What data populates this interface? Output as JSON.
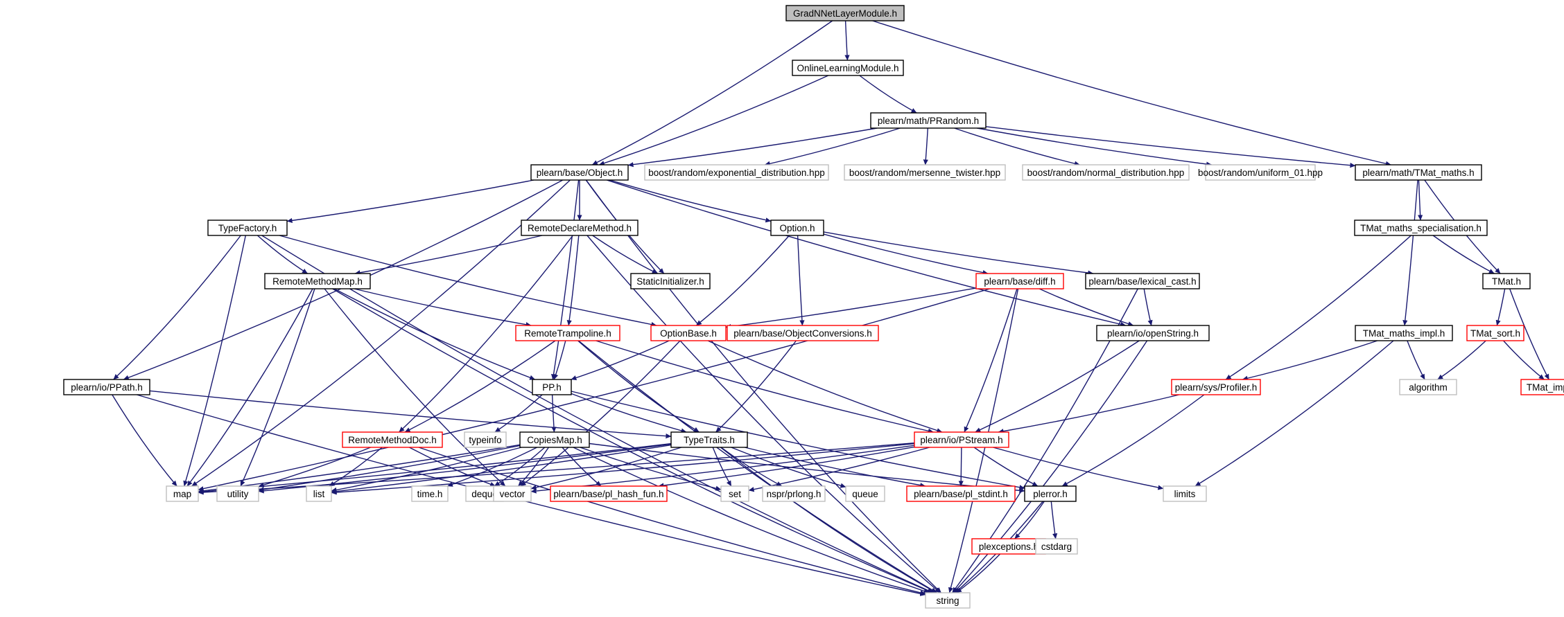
{
  "colors": {
    "edge": "#191970",
    "root_fill": "#bfbfbf",
    "documented_border": "#000000",
    "truncated_border": "#ff0000",
    "system_border": "#bfbfbf"
  },
  "nodes": [
    {
      "id": "root",
      "label": "GradNNetLayerModule.h",
      "kind": "root"
    },
    {
      "id": "online",
      "label": "OnlineLearningModule.h",
      "kind": "normal"
    },
    {
      "id": "prandom",
      "label": "plearn/math/PRandom.h",
      "kind": "normal"
    },
    {
      "id": "object",
      "label": "plearn/base/Object.h",
      "kind": "normal"
    },
    {
      "id": "expdist",
      "label": "boost/random/exponential_distribution.hpp",
      "kind": "system"
    },
    {
      "id": "mersenne",
      "label": "boost/random/mersenne_twister.hpp",
      "kind": "system"
    },
    {
      "id": "normdist",
      "label": "boost/random/normal_distribution.hpp",
      "kind": "system"
    },
    {
      "id": "uniform",
      "label": "boost/random/uniform_01.hpp",
      "kind": "system"
    },
    {
      "id": "tmatmaths",
      "label": "plearn/math/TMat_maths.h",
      "kind": "normal"
    },
    {
      "id": "typefactory",
      "label": "TypeFactory.h",
      "kind": "normal"
    },
    {
      "id": "rdm",
      "label": "RemoteDeclareMethod.h",
      "kind": "normal"
    },
    {
      "id": "option",
      "label": "Option.h",
      "kind": "normal"
    },
    {
      "id": "staticinit",
      "label": "StaticInitializer.h",
      "kind": "normal"
    },
    {
      "id": "tmatspec",
      "label": "TMat_maths_specialisation.h",
      "kind": "normal"
    },
    {
      "id": "rmm",
      "label": "RemoteMethodMap.h",
      "kind": "normal"
    },
    {
      "id": "diff",
      "label": "plearn/base/diff.h",
      "kind": "red"
    },
    {
      "id": "lexcast",
      "label": "plearn/base/lexical_cast.h",
      "kind": "normal"
    },
    {
      "id": "tmat",
      "label": "TMat.h",
      "kind": "normal"
    },
    {
      "id": "remtramp",
      "label": "RemoteTrampoline.h",
      "kind": "red"
    },
    {
      "id": "optbase",
      "label": "OptionBase.h",
      "kind": "red"
    },
    {
      "id": "objconv",
      "label": "plearn/base/ObjectConversions.h",
      "kind": "red"
    },
    {
      "id": "openstring",
      "label": "plearn/io/openString.h",
      "kind": "normal"
    },
    {
      "id": "tmatimplh",
      "label": "TMat_maths_impl.h",
      "kind": "normal"
    },
    {
      "id": "tmatsort",
      "label": "TMat_sort.h",
      "kind": "red"
    },
    {
      "id": "ppath",
      "label": "plearn/io/PPath.h",
      "kind": "normal"
    },
    {
      "id": "pp",
      "label": "PP.h",
      "kind": "normal"
    },
    {
      "id": "profiler",
      "label": "plearn/sys/Profiler.h",
      "kind": "red"
    },
    {
      "id": "algorithm",
      "label": "algorithm",
      "kind": "system"
    },
    {
      "id": "tmatimpl",
      "label": "TMat_impl.h",
      "kind": "red"
    },
    {
      "id": "rmdoc",
      "label": "RemoteMethodDoc.h",
      "kind": "red"
    },
    {
      "id": "typeinfo",
      "label": "typeinfo",
      "kind": "system"
    },
    {
      "id": "copiesmap",
      "label": "CopiesMap.h",
      "kind": "normal"
    },
    {
      "id": "typetraits",
      "label": "TypeTraits.h",
      "kind": "normal"
    },
    {
      "id": "pstream",
      "label": "plearn/io/PStream.h",
      "kind": "red"
    },
    {
      "id": "map",
      "label": "map",
      "kind": "system"
    },
    {
      "id": "utility",
      "label": "utility",
      "kind": "system"
    },
    {
      "id": "list",
      "label": "list",
      "kind": "system"
    },
    {
      "id": "timeh",
      "label": "time.h",
      "kind": "system"
    },
    {
      "id": "deque",
      "label": "deque",
      "kind": "system"
    },
    {
      "id": "vector",
      "label": "vector",
      "kind": "system"
    },
    {
      "id": "hashfun",
      "label": "plearn/base/pl_hash_fun.h",
      "kind": "red"
    },
    {
      "id": "set",
      "label": "set",
      "kind": "system"
    },
    {
      "id": "prlong",
      "label": "nspr/prlong.h",
      "kind": "system"
    },
    {
      "id": "queue",
      "label": "queue",
      "kind": "system"
    },
    {
      "id": "stdint",
      "label": "plearn/base/pl_stdint.h",
      "kind": "red"
    },
    {
      "id": "plerror",
      "label": "plerror.h",
      "kind": "normal"
    },
    {
      "id": "limits",
      "label": "limits",
      "kind": "system"
    },
    {
      "id": "plexceptions",
      "label": "plexceptions.h",
      "kind": "red"
    },
    {
      "id": "cstdarg",
      "label": "cstdarg",
      "kind": "system"
    },
    {
      "id": "string",
      "label": "string",
      "kind": "system"
    }
  ],
  "edges": [
    [
      "root",
      "object"
    ],
    [
      "root",
      "online"
    ],
    [
      "root",
      "tmatmaths"
    ],
    [
      "online",
      "object"
    ],
    [
      "online",
      "prandom"
    ],
    [
      "prandom",
      "object"
    ],
    [
      "prandom",
      "expdist"
    ],
    [
      "prandom",
      "mersenne"
    ],
    [
      "prandom",
      "normdist"
    ],
    [
      "prandom",
      "uniform"
    ],
    [
      "prandom",
      "tmatmaths"
    ],
    [
      "object",
      "typefactory"
    ],
    [
      "object",
      "rdm"
    ],
    [
      "object",
      "option"
    ],
    [
      "object",
      "staticinit"
    ],
    [
      "object",
      "ppath"
    ],
    [
      "object",
      "pp"
    ],
    [
      "object",
      "openstring"
    ],
    [
      "object",
      "map"
    ],
    [
      "object",
      "string"
    ],
    [
      "tmatmaths",
      "tmatspec"
    ],
    [
      "tmatmaths",
      "tmat"
    ],
    [
      "tmatmaths",
      "tmatimplh"
    ],
    [
      "typefactory",
      "rmm"
    ],
    [
      "typefactory",
      "ppath"
    ],
    [
      "typefactory",
      "optbase"
    ],
    [
      "typefactory",
      "map"
    ],
    [
      "typefactory",
      "string"
    ],
    [
      "rdm",
      "rmm"
    ],
    [
      "rdm",
      "remtramp"
    ],
    [
      "rdm",
      "staticinit"
    ],
    [
      "rdm",
      "rmdoc"
    ],
    [
      "rdm",
      "string"
    ],
    [
      "option",
      "optbase"
    ],
    [
      "option",
      "objconv"
    ],
    [
      "option",
      "diff"
    ],
    [
      "option",
      "lexcast"
    ],
    [
      "tmatspec",
      "tmat"
    ],
    [
      "tmatspec",
      "profiler"
    ],
    [
      "rmm",
      "remtramp"
    ],
    [
      "rmm",
      "pp"
    ],
    [
      "rmm",
      "map"
    ],
    [
      "rmm",
      "vector"
    ],
    [
      "rmm",
      "utility"
    ],
    [
      "rmm",
      "string"
    ],
    [
      "diff",
      "optbase"
    ],
    [
      "diff",
      "openstring"
    ],
    [
      "diff",
      "pstream"
    ],
    [
      "diff",
      "map"
    ],
    [
      "diff",
      "string"
    ],
    [
      "lexcast",
      "openstring"
    ],
    [
      "lexcast",
      "string"
    ],
    [
      "tmat",
      "tmatsort"
    ],
    [
      "tmat",
      "tmatimpl"
    ],
    [
      "remtramp",
      "pp"
    ],
    [
      "remtramp",
      "rmdoc"
    ],
    [
      "remtramp",
      "typetraits"
    ],
    [
      "remtramp",
      "pstream"
    ],
    [
      "remtramp",
      "string"
    ],
    [
      "optbase",
      "pp"
    ],
    [
      "optbase",
      "pstream"
    ],
    [
      "optbase",
      "vector"
    ],
    [
      "objconv",
      "typetraits"
    ],
    [
      "openstring",
      "pstream"
    ],
    [
      "openstring",
      "string"
    ],
    [
      "tmatimplh",
      "profiler"
    ],
    [
      "tmatimplh",
      "algorithm"
    ],
    [
      "tmatimplh",
      "limits"
    ],
    [
      "tmatsort",
      "algorithm"
    ],
    [
      "tmatsort",
      "tmatimpl"
    ],
    [
      "ppath",
      "typetraits"
    ],
    [
      "ppath",
      "map"
    ],
    [
      "ppath",
      "string"
    ],
    [
      "pp",
      "typeinfo"
    ],
    [
      "pp",
      "copiesmap"
    ],
    [
      "pp",
      "typetraits"
    ],
    [
      "pp",
      "plerror"
    ],
    [
      "profiler",
      "pstream"
    ],
    [
      "profiler",
      "plerror"
    ],
    [
      "rmdoc",
      "list"
    ],
    [
      "rmdoc",
      "vector"
    ],
    [
      "rmdoc",
      "utility"
    ],
    [
      "rmdoc",
      "string"
    ],
    [
      "copiesmap",
      "map"
    ],
    [
      "copiesmap",
      "utility"
    ],
    [
      "copiesmap",
      "list"
    ],
    [
      "copiesmap",
      "timeh"
    ],
    [
      "copiesmap",
      "deque"
    ],
    [
      "copiesmap",
      "vector"
    ],
    [
      "copiesmap",
      "hashfun"
    ],
    [
      "copiesmap",
      "set"
    ],
    [
      "copiesmap",
      "string"
    ],
    [
      "copiesmap",
      "plerror"
    ],
    [
      "typetraits",
      "map"
    ],
    [
      "typetraits",
      "list"
    ],
    [
      "typetraits",
      "vector"
    ],
    [
      "typetraits",
      "set"
    ],
    [
      "typetraits",
      "prlong"
    ],
    [
      "typetraits",
      "queue"
    ],
    [
      "typetraits",
      "stdint"
    ],
    [
      "typetraits",
      "string"
    ],
    [
      "typetraits",
      "utility"
    ],
    [
      "pstream",
      "map"
    ],
    [
      "pstream",
      "vector"
    ],
    [
      "pstream",
      "hashfun"
    ],
    [
      "pstream",
      "set"
    ],
    [
      "pstream",
      "stdint"
    ],
    [
      "pstream",
      "plerror"
    ],
    [
      "pstream",
      "limits"
    ],
    [
      "pstream",
      "list"
    ],
    [
      "plerror",
      "plexceptions"
    ],
    [
      "plerror",
      "cstdarg"
    ],
    [
      "plerror",
      "string"
    ],
    [
      "plexceptions",
      "string"
    ]
  ]
}
